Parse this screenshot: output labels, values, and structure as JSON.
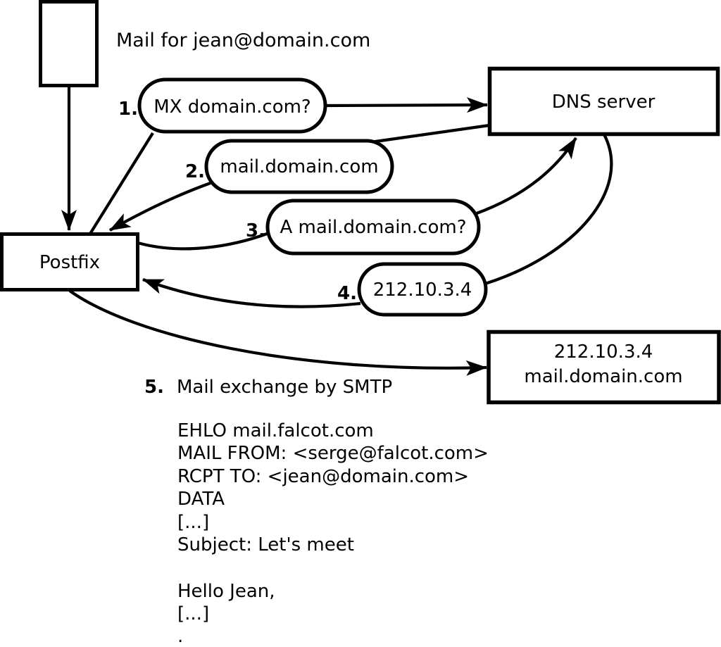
{
  "colors": {
    "ink": "#000000",
    "paper": "#ffffff"
  },
  "diagram": {
    "note": "Mail for jean@domain.com",
    "nodes": {
      "postfix": "Postfix",
      "dns": "DNS server",
      "mailserver": {
        "line1": "212.10.3.4",
        "line2": "mail.domain.com"
      }
    },
    "steps": [
      {
        "num": "1.",
        "label": "MX domain.com?"
      },
      {
        "num": "2.",
        "label": "mail.domain.com"
      },
      {
        "num": "3.",
        "label": "A mail.domain.com?"
      },
      {
        "num": "4.",
        "label": "212.10.3.4"
      },
      {
        "num": "5.",
        "label": "Mail exchange by SMTP"
      }
    ],
    "smtp_session": [
      "EHLO mail.falcot.com",
      "MAIL FROM: <serge@falcot.com>",
      "RCPT TO: <jean@domain.com>",
      "DATA",
      "[...]",
      "Subject: Let's meet",
      "Hello Jean,",
      "[...]",
      "."
    ]
  }
}
